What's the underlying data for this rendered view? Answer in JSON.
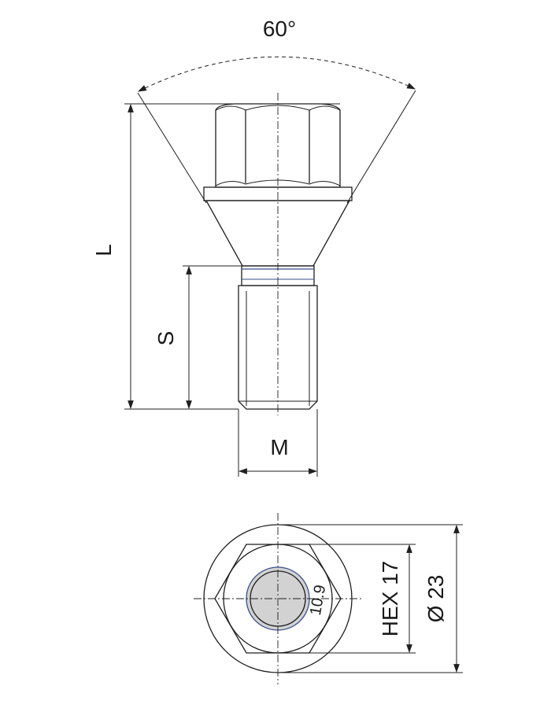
{
  "labels": {
    "angle": "60°",
    "length": "L",
    "shank": "S",
    "thread": "M",
    "hex": "HEX 17",
    "diameter": "Ø 23",
    "grade": "10.9"
  },
  "colors": {
    "ink": "#1f1f1f",
    "body_fill": "#d4d4d4",
    "head_fill": "#dcdcdc",
    "ring_accent": "#3a4f8c"
  }
}
